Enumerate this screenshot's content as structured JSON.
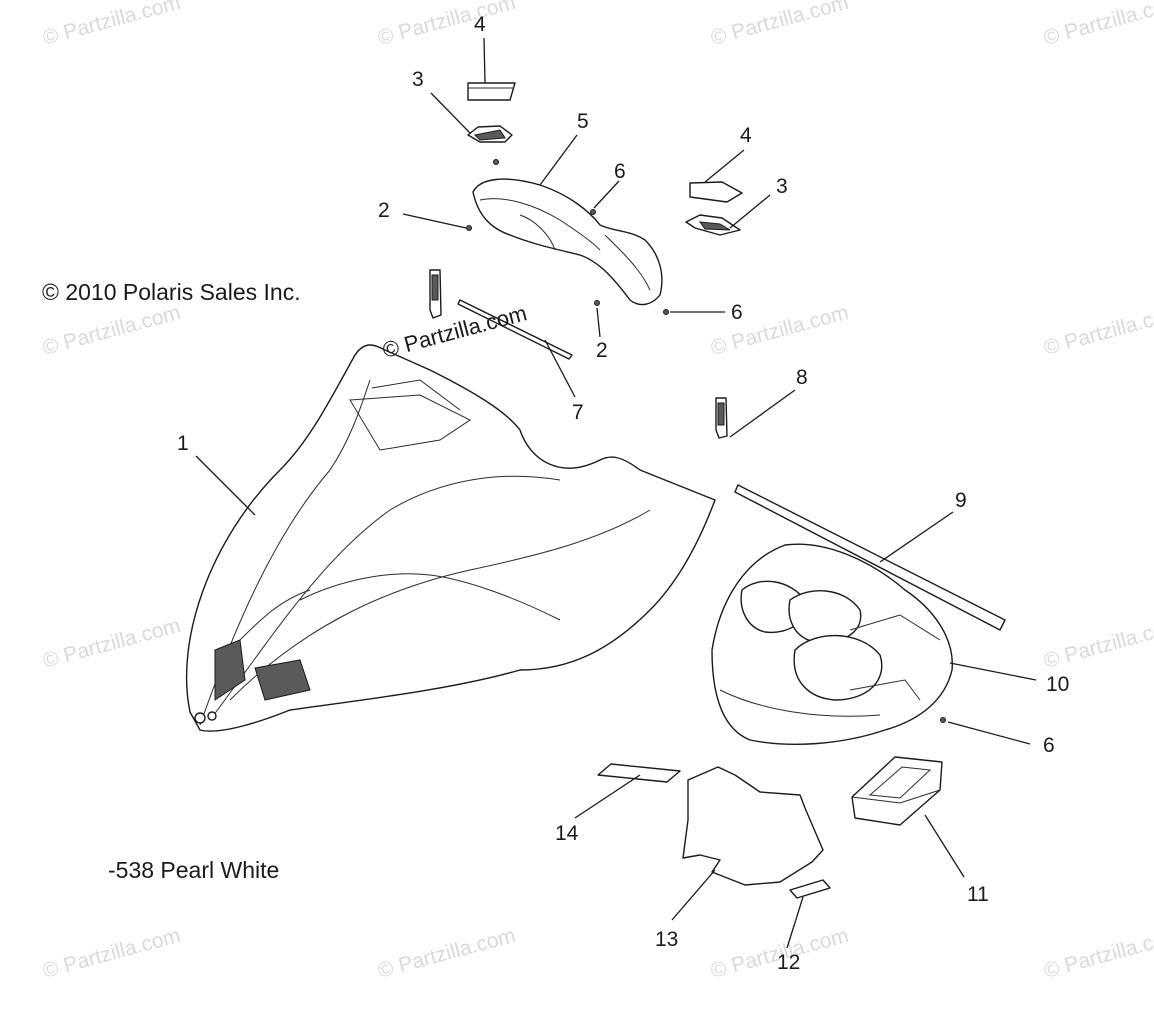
{
  "diagram": {
    "copyright": "© 2010 Polaris Sales Inc.",
    "color_note": "-538 Pearl White",
    "watermark_text": "© Partzilla.com",
    "callouts": [
      {
        "id": "c1",
        "label": "1"
      },
      {
        "id": "c2a",
        "label": "2"
      },
      {
        "id": "c2b",
        "label": "2"
      },
      {
        "id": "c3a",
        "label": "3"
      },
      {
        "id": "c3b",
        "label": "3"
      },
      {
        "id": "c4a",
        "label": "4"
      },
      {
        "id": "c4b",
        "label": "4"
      },
      {
        "id": "c5",
        "label": "5"
      },
      {
        "id": "c6a",
        "label": "6"
      },
      {
        "id": "c6b",
        "label": "6"
      },
      {
        "id": "c6c",
        "label": "6"
      },
      {
        "id": "c7",
        "label": "7"
      },
      {
        "id": "c8",
        "label": "8"
      },
      {
        "id": "c9",
        "label": "9"
      },
      {
        "id": "c10",
        "label": "10"
      },
      {
        "id": "c11",
        "label": "11"
      },
      {
        "id": "c12",
        "label": "12"
      },
      {
        "id": "c13",
        "label": "13"
      },
      {
        "id": "c14",
        "label": "14"
      }
    ]
  },
  "colors": {
    "line": "#1a1a1a",
    "watermark": "#d9d9d9",
    "background": "#ffffff"
  }
}
